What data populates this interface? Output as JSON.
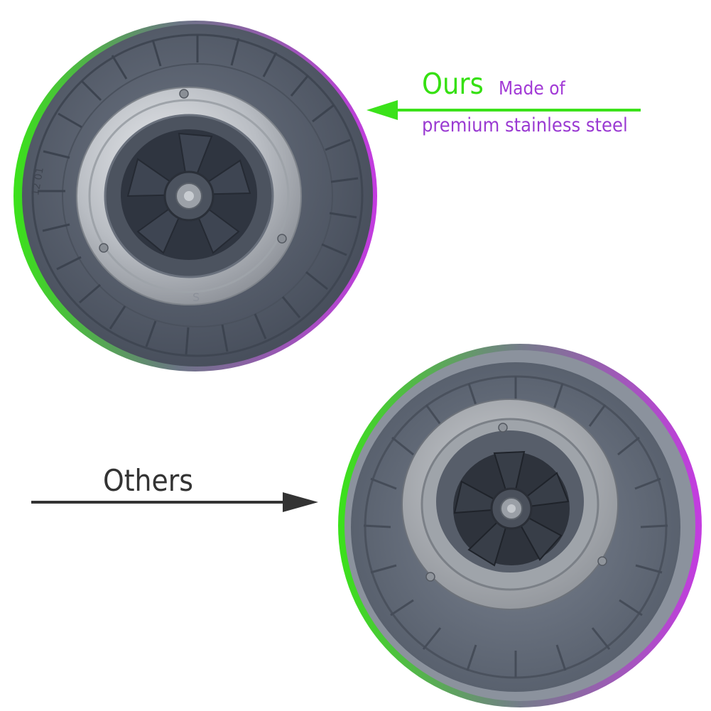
{
  "ours": {
    "headline": "Ours",
    "tagline": "Made of",
    "description": "premium stainless steel",
    "arrow_color": "#3be21a",
    "text_color": "#a23ad6"
  },
  "others": {
    "label": "Others",
    "arrow_color": "#333333"
  },
  "photos": {
    "ours_base_color": "#5b6270",
    "others_base_color": "#6a7280",
    "rim_gradient": [
      "#3be21a",
      "#c43be0"
    ],
    "ours_markings": [
      "12 01",
      "S"
    ]
  }
}
